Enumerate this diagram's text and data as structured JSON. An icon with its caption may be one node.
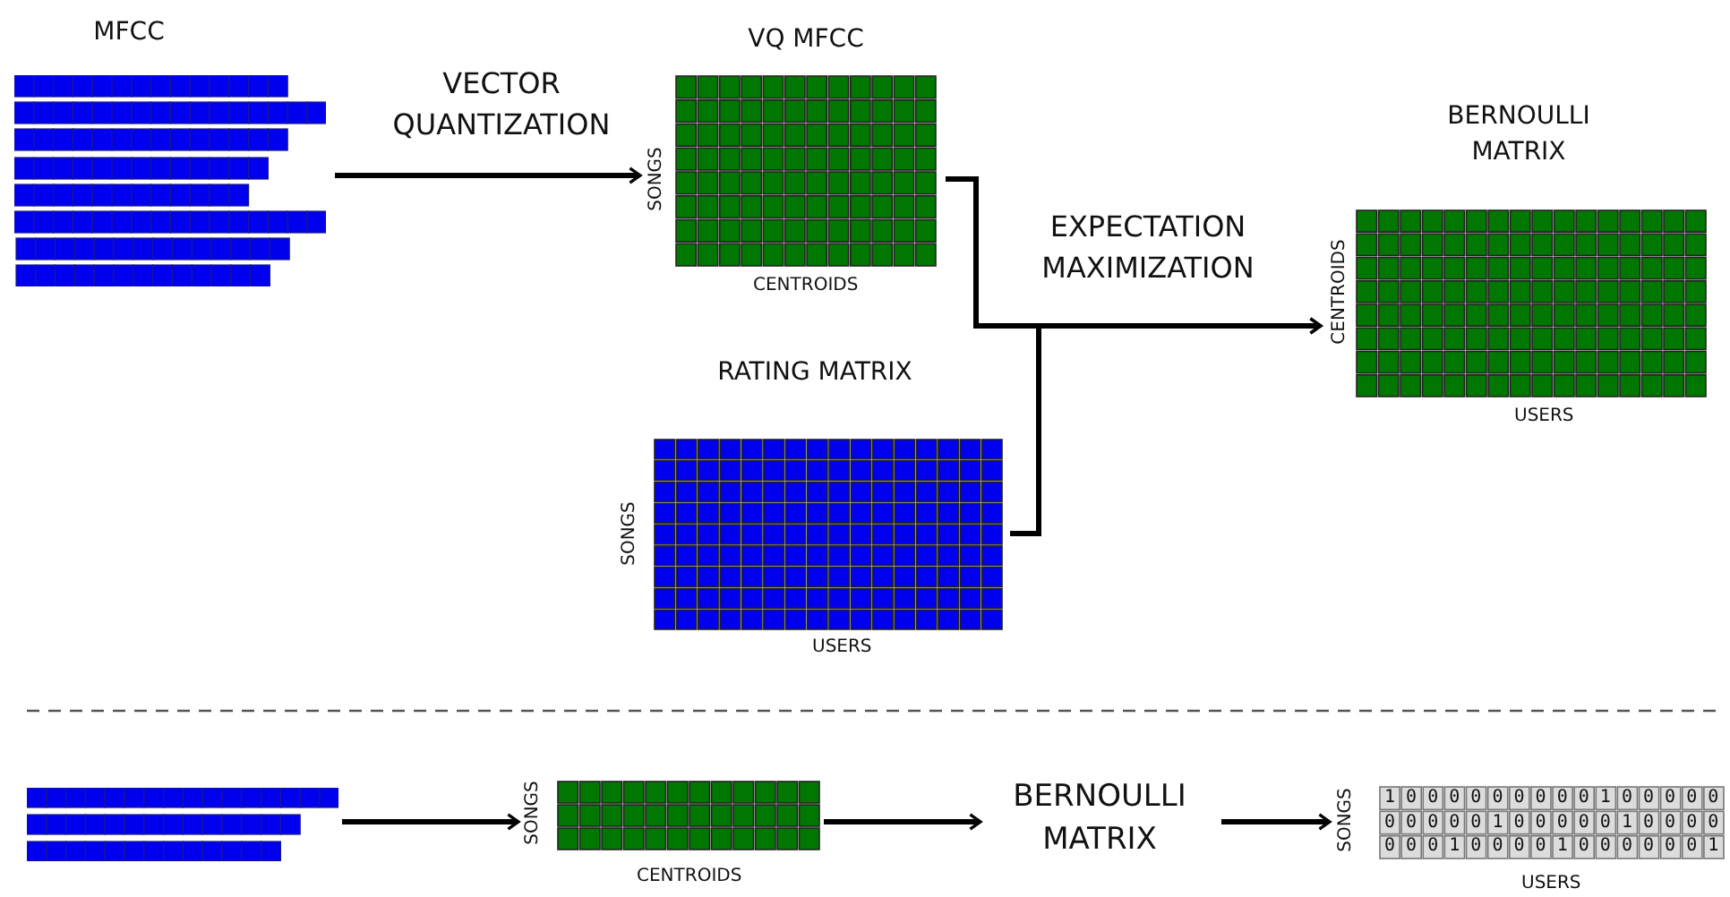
{
  "diagram": {
    "nodes": [
      {
        "text": [
          "MFCC"
        ]
      },
      {
        "text": [
          "VQ MFCC"
        ],
        "beside": [
          "SONGS",
          "CENTROIDS"
        ]
      },
      {
        "text": [
          "RATING MATRIX"
        ],
        "beside": [
          "SONGS",
          "USERS"
        ]
      },
      {
        "text": [
          "BERNOULLI MATRIX"
        ],
        "beside": [
          "CENTROIDS",
          "USERS"
        ]
      },
      {
        "text": [],
        "shape": "picture"
      },
      {
        "text": [],
        "shape": "picture",
        "beside": [
          "SONGS",
          "CENTROIDS"
        ]
      },
      {
        "text": [
          "BERNOULLI MATRIX"
        ]
      },
      {
        "text": [
          "1 0 0 0 0 0 0 0 0 0 1 0 0 0 0 0",
          "0 0 0 0 0 1 0 0 0 0 0 1 0 0 0 0",
          "0 0 0 1 0 0 0 0 1 0 0 0 0 0 0 1"
        ],
        "beside": [
          "SONGS",
          "USERS"
        ]
      }
    ],
    "edges": [
      {
        "from": 0,
        "to": 1,
        "arrow": "to",
        "label": "VECTOR QUANTIZATION"
      },
      {
        "from": 1,
        "to": 3,
        "arrow": "to",
        "label": "EXPECTATION MAXIMIZATION"
      },
      {
        "from": 2,
        "to": 3,
        "arrow": "to"
      },
      {
        "from": 4,
        "to": 5,
        "arrow": "to"
      },
      {
        "from": 5,
        "to": 6,
        "arrow": "to"
      },
      {
        "from": 6,
        "to": 7,
        "arrow": "to"
      }
    ]
  }
}
